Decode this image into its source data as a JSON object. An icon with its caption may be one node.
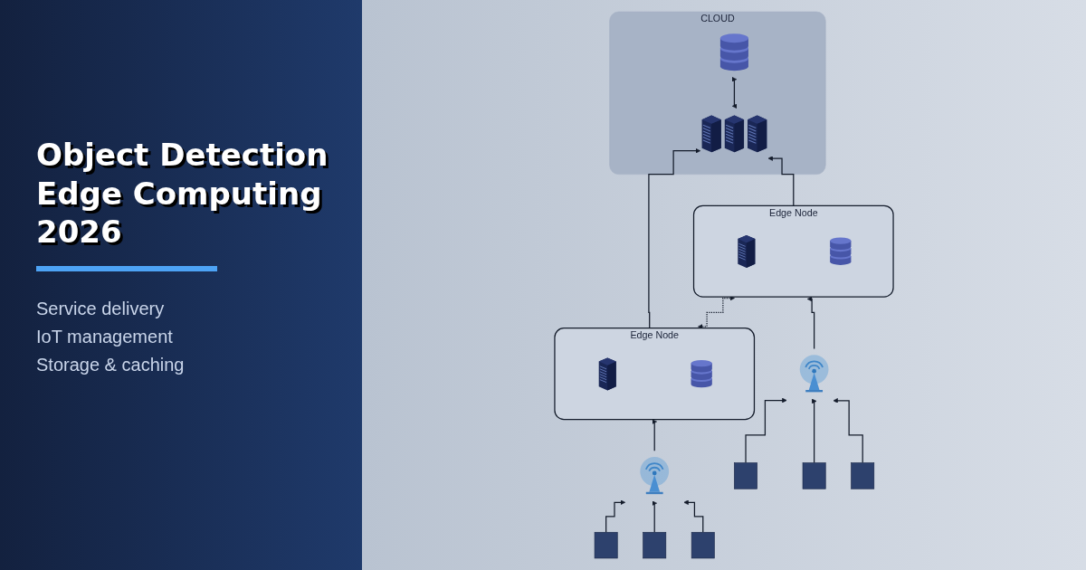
{
  "diagram": {
    "title": "Object Detection Edge Computing 2026",
    "nodes": [
      {
        "text": [
          "CLOUD"
        ]
      },
      {
        "text": [],
        "shape": "picture",
        "in": 0
      },
      {
        "text": [],
        "shape": "cylinder",
        "in": 0
      },
      {
        "text": [
          "Edge Node"
        ]
      },
      {
        "text": [],
        "shape": "picture",
        "in": 3
      },
      {
        "text": [],
        "shape": "cylinder",
        "in": 3
      },
      {
        "text": [
          "Edge Node"
        ]
      },
      {
        "text": [],
        "shape": "picture",
        "in": 6
      },
      {
        "text": [],
        "shape": "cylinder",
        "in": 6
      },
      {
        "text": [],
        "shape": "picture"
      },
      {
        "text": [],
        "shape": "picture"
      },
      {
        "text": [],
        "shape": "box"
      },
      {
        "text": [],
        "shape": "box"
      },
      {
        "text": [],
        "shape": "box"
      },
      {
        "text": [],
        "shape": "box"
      },
      {
        "text": [],
        "shape": "box"
      },
      {
        "text": [],
        "shape": "box"
      }
    ],
    "edges": [
      {
        "from": 1,
        "to": 2,
        "arrow": "both"
      },
      {
        "from": 3,
        "to": 1,
        "arrow": "to"
      },
      {
        "from": 6,
        "to": 1,
        "arrow": "to"
      },
      {
        "from": 3,
        "to": 6,
        "arrow": "both",
        "style": "dashed"
      },
      {
        "from": 9,
        "to": 3,
        "arrow": "to"
      },
      {
        "from": 10,
        "to": 6,
        "arrow": "to"
      },
      {
        "from": 11,
        "to": 9,
        "arrow": "to"
      },
      {
        "from": 12,
        "to": 9,
        "arrow": "to"
      },
      {
        "from": 13,
        "to": 9,
        "arrow": "to"
      },
      {
        "from": 14,
        "to": 10,
        "arrow": "to"
      },
      {
        "from": 15,
        "to": 10,
        "arrow": "to"
      },
      {
        "from": 16,
        "to": 10,
        "arrow": "to"
      }
    ],
    "labels": [
      "Service delivery",
      "IoT management",
      "Storage & caching"
    ]
  }
}
